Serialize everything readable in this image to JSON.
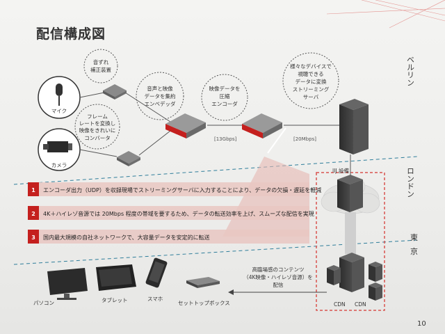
{
  "slide": {
    "title": "配信構成図",
    "page_number": "10"
  },
  "bubbles": {
    "noise": [
      "音ずれ",
      "補正装置"
    ],
    "embed": [
      "音声と映像",
      "データを集約",
      "エンベデッダ"
    ],
    "frame": [
      "フレーム",
      "レートを変換し",
      "映像をきれいに",
      "コンバータ"
    ],
    "encode": [
      "映像データを",
      "圧縮",
      "エンコーダ"
    ],
    "streaming": [
      "様々なデバイスで",
      "視聴できる",
      "データに変換",
      "ストリーミング",
      "サーバ"
    ]
  },
  "sources": {
    "mic": "マイク",
    "camera": "カメラ"
  },
  "bandwidth": {
    "first": "[13Gbps]",
    "second": "[20Mbps]"
  },
  "cities": {
    "berlin": "ベルリン",
    "london": "ロンドン",
    "tokyo_1": "東",
    "tokyo_2": "京"
  },
  "iij_label": "IIJ 設備",
  "notes": [
    {
      "num": "1",
      "text": "エンコーダ出力（UDP）を収録現場でストリーミングサーバに入力することにより、データの欠損・遅延を軽減"
    },
    {
      "num": "2",
      "text": "4K＋ハイレゾ音源では 20Mbps 程度の帯域を要するため、データの転送効率を上げ、スムーズな配信を実現"
    },
    {
      "num": "3",
      "text": "国内最大規模の自社ネットワークで、大容量データを安定的に転送"
    }
  ],
  "delivery_caption": [
    "高臨場感のコンテンツ",
    "（4K映像・ハイレゾ音源）を",
    "配信"
  ],
  "cdn_labels": [
    "CDN",
    "CDN"
  ],
  "devices": [
    "パソコン",
    "タブレット",
    "スマホ",
    "セットトップボックス"
  ],
  "colors": {
    "accent": "#c4201e",
    "note_bg": "#e9c7c2",
    "num_bg": "#c4201e",
    "server": "#3a3a3a",
    "dashed_box": "#d9534f"
  }
}
